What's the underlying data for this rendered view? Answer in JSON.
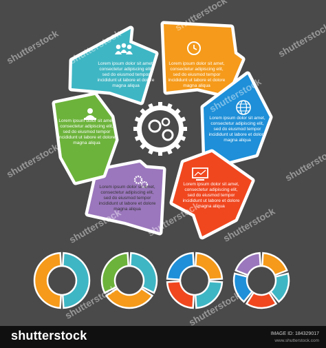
{
  "segments": [
    {
      "id": "teal",
      "color": "#3fb6c4",
      "icon": "users-icon",
      "text_dark": false,
      "text": "Lorem ipsum dolor sit amet, consectetur adipiscing elit, sed do eiusmod tempor incididunt ut labore et dolore magna aliqua"
    },
    {
      "id": "orange",
      "color": "#f59a1a",
      "icon": "clock-icon",
      "text_dark": false,
      "text": "Lorem ipsum dolor sit amet, consectetur adipiscing elit, sed do eiusmod tempor incididunt ut labore et dolore magna aliqua"
    },
    {
      "id": "blue",
      "color": "#1e8fd8",
      "icon": "globe-icon",
      "text_dark": false,
      "text": "Lorem ipsum dolor sit amet, consectetur adipiscing elit, sed do eiusmod tempor incididunt ut labore et dolore magna aliqua"
    },
    {
      "id": "red",
      "color": "#f0471f",
      "icon": "monitor-chart-icon",
      "text_dark": false,
      "text": "Lorem ipsum dolor sit amet, consectetur adipiscing elit, sed do eiusmod tempor incididunt ut labore et dolore magna aliqua"
    },
    {
      "id": "purple",
      "color": "#9b77bd",
      "icon": "gears-icon",
      "text_dark": true,
      "text": "Lorem ipsum dolor sit amet, consectetur adipiscing elit, sed do eiusmod tempor incididunt ut labore et dolore magna aliqua"
    },
    {
      "id": "green",
      "color": "#6cb33b",
      "icon": "person-laptop-icon",
      "text_dark": false,
      "text": "Lorem ipsum dolor sit amet, consectetur adipiscing elit, sed do eiusmod tempor incididunt ut labore et dolore magna aliqua"
    }
  ],
  "center_icon": "gears-icon",
  "small_cycles": [
    {
      "name": "two-part",
      "colors": [
        "#3fb6c4",
        "#f59a1a"
      ]
    },
    {
      "name": "three-part",
      "colors": [
        "#3fb6c4",
        "#f59a1a",
        "#6cb33b"
      ]
    },
    {
      "name": "four-part",
      "colors": [
        "#f59a1a",
        "#3fb6c4",
        "#f0471f",
        "#1e8fd8"
      ]
    },
    {
      "name": "five-part",
      "colors": [
        "#f59a1a",
        "#3fb6c4",
        "#f0471f",
        "#1e8fd8",
        "#9b77bd"
      ]
    }
  ],
  "watermark": {
    "text": "shutterstock"
  },
  "footer": {
    "brand": "shutterstock",
    "image_id": "IMAGE ID: 184329017",
    "site": "www.shutterstock.com"
  }
}
